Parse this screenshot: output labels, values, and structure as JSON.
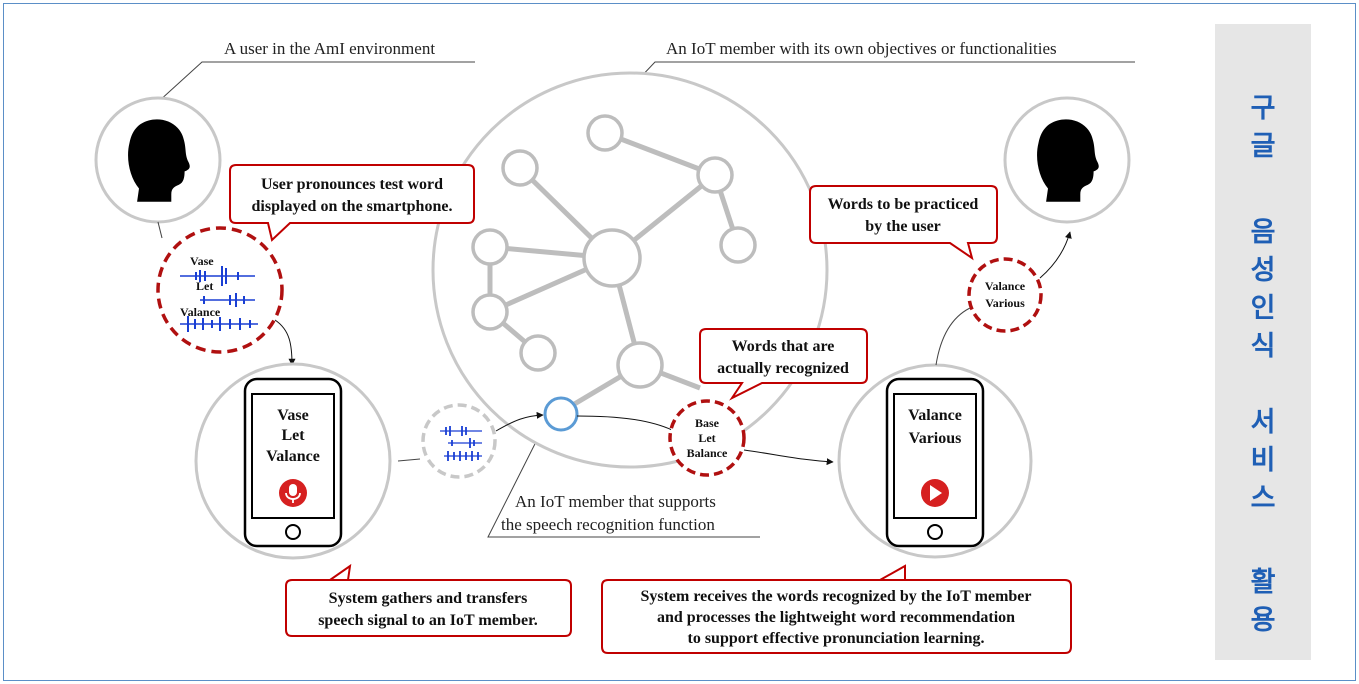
{
  "captions": {
    "user_env": "A user in the AmI environment",
    "iot_member": "An IoT member with its own objectives or functionalities",
    "speech_member_line1": "An IoT member that supports",
    "speech_member_line2": "the speech recognition function"
  },
  "callouts": {
    "pronounce_line1": "User pronounces test word",
    "pronounce_line2": "displayed on the smartphone.",
    "gather_line1": "System gathers and transfers",
    "gather_line2": "speech signal to an IoT member.",
    "recognized_line1": "Words that are",
    "recognized_line2": "actually recognized",
    "practice_line1": "Words to be practiced",
    "practice_line2": "by the user",
    "receive_line1": "System receives the words recognized by the IoT member",
    "receive_line2": "and processes the lightweight word recommendation",
    "receive_line3": "to support effective pronunciation learning."
  },
  "speech_bubble_words": [
    "Vase",
    "Let",
    "Valance"
  ],
  "left_phone_words": [
    "Vase",
    "Let",
    "Valance"
  ],
  "recognized_words": [
    "Base",
    "Let",
    "Balance"
  ],
  "right_phone_words": [
    "Valance",
    "Various"
  ],
  "practice_words": [
    "Valance",
    "Various"
  ],
  "side_panel": {
    "words": [
      "구",
      "글",
      "음",
      "성",
      "인",
      "식",
      "서",
      "비",
      "스",
      "활",
      "용"
    ]
  },
  "colors": {
    "callout_border": "#c00000",
    "dashed_circle": "#b01010",
    "waveform": "#1a3fd4",
    "speech_node": "#5b9bd5",
    "network_gray": "#bdbdbd",
    "record_button": "#d62020",
    "side_text": "#1f5fb5",
    "frame_border": "#5b8fc7"
  },
  "icons": [
    "user-head-icon",
    "microphone-icon",
    "play-icon",
    "smartphone-icon",
    "waveform-icon"
  ]
}
